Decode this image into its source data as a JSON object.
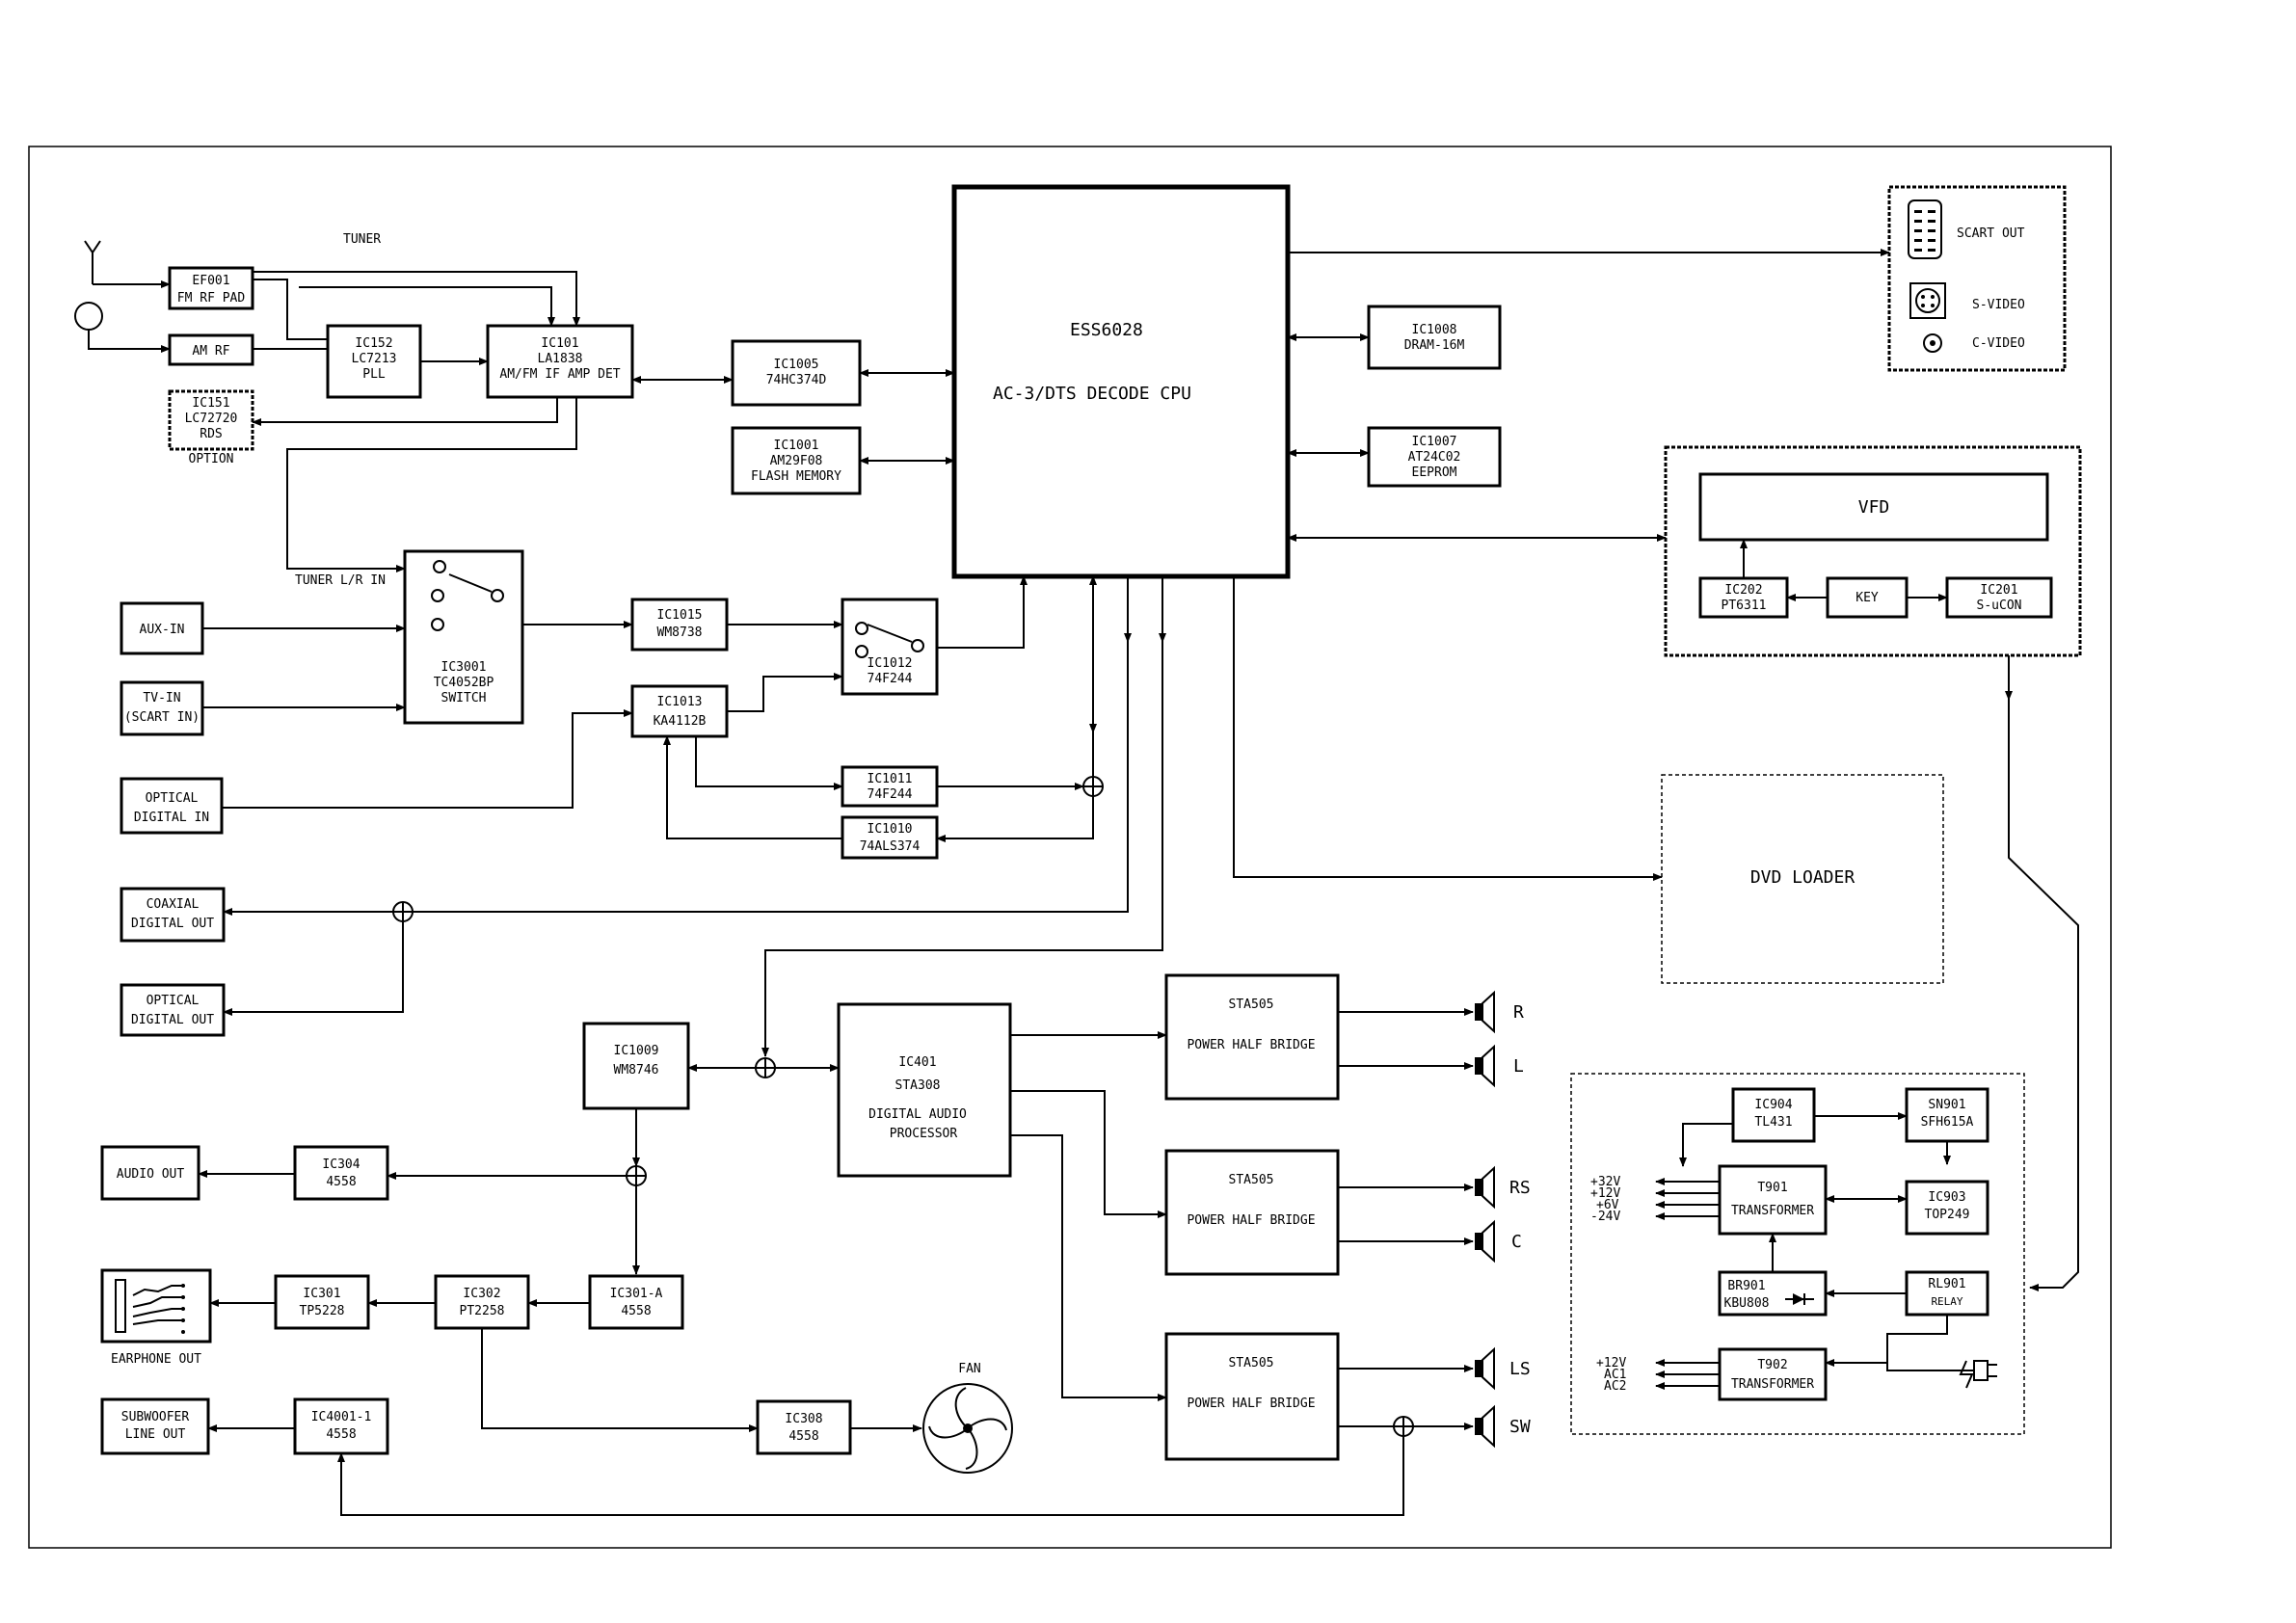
{
  "blocks": {
    "cpu": {
      "line1": "ESS6028",
      "line2": "AC-3/DTS DECODE CPU"
    },
    "tuner_title": "TUNER",
    "ef001": {
      "line1": "EF001",
      "line2": "FM RF PAD"
    },
    "am_rf": "AM RF",
    "ic152": {
      "line1": "IC152",
      "line2": "LC7213",
      "line3": "PLL"
    },
    "ic101": {
      "line1": "IC101",
      "line2": "LA1838",
      "line3": "AM/FM IF AMP DET"
    },
    "ic151": {
      "line1": "IC151",
      "line2": "LC72720",
      "line3": "RDS"
    },
    "option": "OPTION",
    "ic1005": {
      "line1": "IC1005",
      "line2": "74HC374D"
    },
    "ic1001": {
      "line1": "IC1001",
      "line2": "AM29F08",
      "line3": "FLASH MEMORY"
    },
    "ic1008": {
      "line1": "IC1008",
      "line2": "DRAM-16M"
    },
    "ic1007": {
      "line1": "IC1007",
      "line2": "AT24C02",
      "line3": "EEPROM"
    },
    "scart_out": "SCART OUT",
    "s_video": "S-VIDEO",
    "c_video": "C-VIDEO",
    "vfd": "VFD",
    "ic202": {
      "line1": "IC202",
      "line2": "PT6311"
    },
    "key": "KEY",
    "ic201": {
      "line1": "IC201",
      "line2": "S-uCON"
    },
    "tuner_lr_in": "TUNER L/R IN",
    "ic3001": {
      "line1": "IC3001",
      "line2": "TC4052BP",
      "line3": "SWITCH"
    },
    "aux_in": "AUX-IN",
    "tv_in": {
      "line1": "TV-IN",
      "line2": "(SCART IN)"
    },
    "ic1015": {
      "line1": "IC1015",
      "line2": "WM8738"
    },
    "ic1012": {
      "line1": "IC1012",
      "line2": "74F244"
    },
    "ic1013": {
      "line1": "IC1013",
      "line2": "KA4112B"
    },
    "optical_in": {
      "line1": "OPTICAL",
      "line2": "DIGITAL IN"
    },
    "ic1011": {
      "line1": "IC1011",
      "line2": "74F244"
    },
    "ic1010": {
      "line1": "IC1010",
      "line2": "74ALS374"
    },
    "dvd_loader": "DVD LOADER",
    "coaxial_out": {
      "line1": "COAXIAL",
      "line2": "DIGITAL OUT"
    },
    "optical_out": {
      "line1": "OPTICAL",
      "line2": "DIGITAL OUT"
    },
    "ic1009": {
      "line1": "IC1009",
      "line2": "WM8746"
    },
    "ic401": {
      "line1": "IC401",
      "line2": "STA308",
      "line3": "DIGITAL AUDIO",
      "line4": "PROCESSOR"
    },
    "sta505_1": {
      "line1": "STA505",
      "line2": "POWER HALF BRIDGE"
    },
    "sta505_2": {
      "line1": "STA505",
      "line2": "POWER HALF BRIDGE"
    },
    "sta505_3": {
      "line1": "STA505",
      "line2": "POWER HALF BRIDGE"
    },
    "spk_r": "R",
    "spk_l": "L",
    "spk_rs": "RS",
    "spk_c": "C",
    "spk_ls": "LS",
    "spk_sw": "SW",
    "audio_out": "AUDIO OUT",
    "ic304": {
      "line1": "IC304",
      "line2": "4558"
    },
    "earphone_out": "EARPHONE OUT",
    "ic301": {
      "line1": "IC301",
      "line2": "TP5228"
    },
    "ic302": {
      "line1": "IC302",
      "line2": "PT2258"
    },
    "ic301a": {
      "line1": "IC301-A",
      "line2": "4558"
    },
    "subwoofer": {
      "line1": "SUBWOOFER",
      "line2": "LINE OUT"
    },
    "ic4001": {
      "line1": "IC4001-1",
      "line2": "4558"
    },
    "ic308": {
      "line1": "IC308",
      "line2": "4558"
    },
    "fan": "FAN",
    "ic904": {
      "line1": "IC904",
      "line2": "TL431"
    },
    "sn901": {
      "line1": "SN901",
      "line2": "SFH615A"
    },
    "t901": {
      "line1": "T901",
      "line2": "TRANSFORMER"
    },
    "ic903": {
      "line1": "IC903",
      "line2": "TOP249"
    },
    "br901": {
      "line1": "BR901",
      "line2": "KBU808"
    },
    "rl901": {
      "line1": "RL901",
      "line2": "RELAY"
    },
    "t902": {
      "line1": "T902",
      "line2": "TRANSFORMER"
    },
    "v_32": "+32V",
    "v_12a": "+12V",
    "v_6": "+6V",
    "v_n24": "-24V",
    "v_12b": "+12V",
    "ac1": "AC1",
    "ac2": "AC2"
  }
}
